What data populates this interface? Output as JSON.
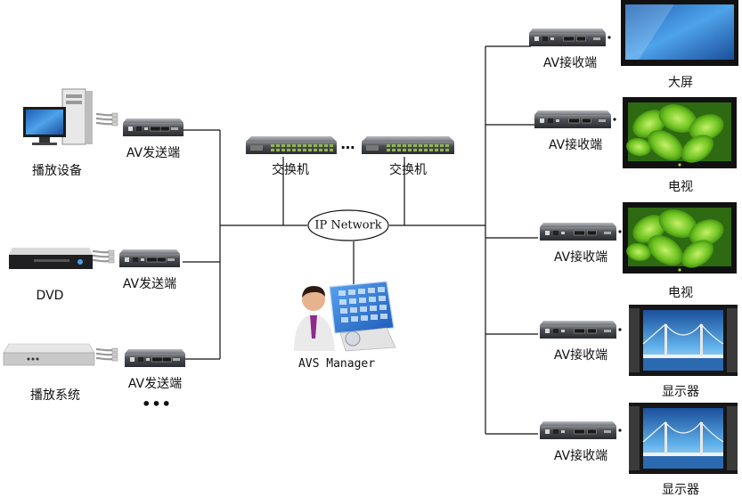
{
  "network": {
    "label": "IP Network"
  },
  "manager": {
    "label": "AVS Manager"
  },
  "switches": [
    {
      "label": "交换机"
    },
    {
      "label": "交换机"
    }
  ],
  "switch_ellipsis": "…",
  "sources": [
    {
      "device": "pc",
      "label": "播放设备",
      "sender_label": "AV发送端"
    },
    {
      "device": "dvd",
      "label": "DVD",
      "sender_label": "AV发送端"
    },
    {
      "device": "player",
      "label": "播放系统",
      "sender_label": "AV发送端"
    }
  ],
  "sender_ellipsis": "•••",
  "receivers": [
    {
      "label": "AV接收端",
      "display": "big-screen",
      "display_label": "大屏"
    },
    {
      "label": "AV接收端",
      "display": "tv",
      "display_label": "电视"
    },
    {
      "label": "AV接收端",
      "display": "tv",
      "display_label": "电视"
    },
    {
      "label": "AV接收端",
      "display": "monitor",
      "display_label": "显示器"
    },
    {
      "label": "AV接收端",
      "display": "monitor",
      "display_label": "显示器"
    }
  ],
  "colors": {
    "line": "#111111",
    "box_dark": "#3a3c40",
    "box_mid": "#6b6e73",
    "screen_blue": "#3a8fd8",
    "leaf_green": "#6cc21f"
  }
}
